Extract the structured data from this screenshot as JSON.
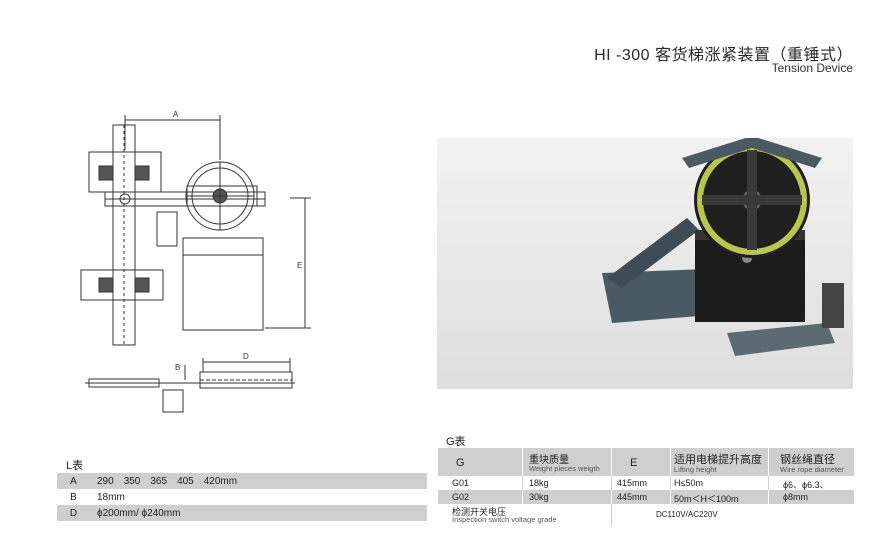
{
  "header": {
    "title": "HI -300 客货梯涨紧装置（重锤式）",
    "subtitle": "Tension Device"
  },
  "drawing": {
    "label_a": "A",
    "label_e": "E",
    "label_d": "D",
    "label_b": "B"
  },
  "l_table": {
    "caption": "L表",
    "rows": [
      {
        "key": "A",
        "values": [
          "290",
          "350",
          "365",
          "405",
          "420mm"
        ]
      },
      {
        "key": "B",
        "values": [
          "18mm"
        ]
      },
      {
        "key": "D",
        "values": [
          "ϕ200mm/ ϕ240mm"
        ]
      }
    ]
  },
  "g_table": {
    "caption": "G表",
    "headers": {
      "g": "G",
      "weight_cn": "重块质量",
      "weight_en": "Weight pieces weigth",
      "e": "E",
      "lift_cn": "适用电梯提升高度",
      "lift_en": "Lifting height",
      "rope_cn": "钢丝绳直径",
      "rope_en": "Wire rope diameter"
    },
    "rows": [
      {
        "g": "G01",
        "weight": "18kg",
        "e": "415mm",
        "lift": "H≤50m",
        "rope": "ϕ6、ϕ6.3、"
      },
      {
        "g": "G02",
        "weight": "30kg",
        "e": "445mm",
        "lift": "50m＜H＜100m",
        "rope": "ϕ8mm"
      }
    ],
    "footer": {
      "label_cn": "检测开关电压",
      "label_en": "Inspection switch voltage grade",
      "value": "DC110V/AC220V"
    }
  }
}
